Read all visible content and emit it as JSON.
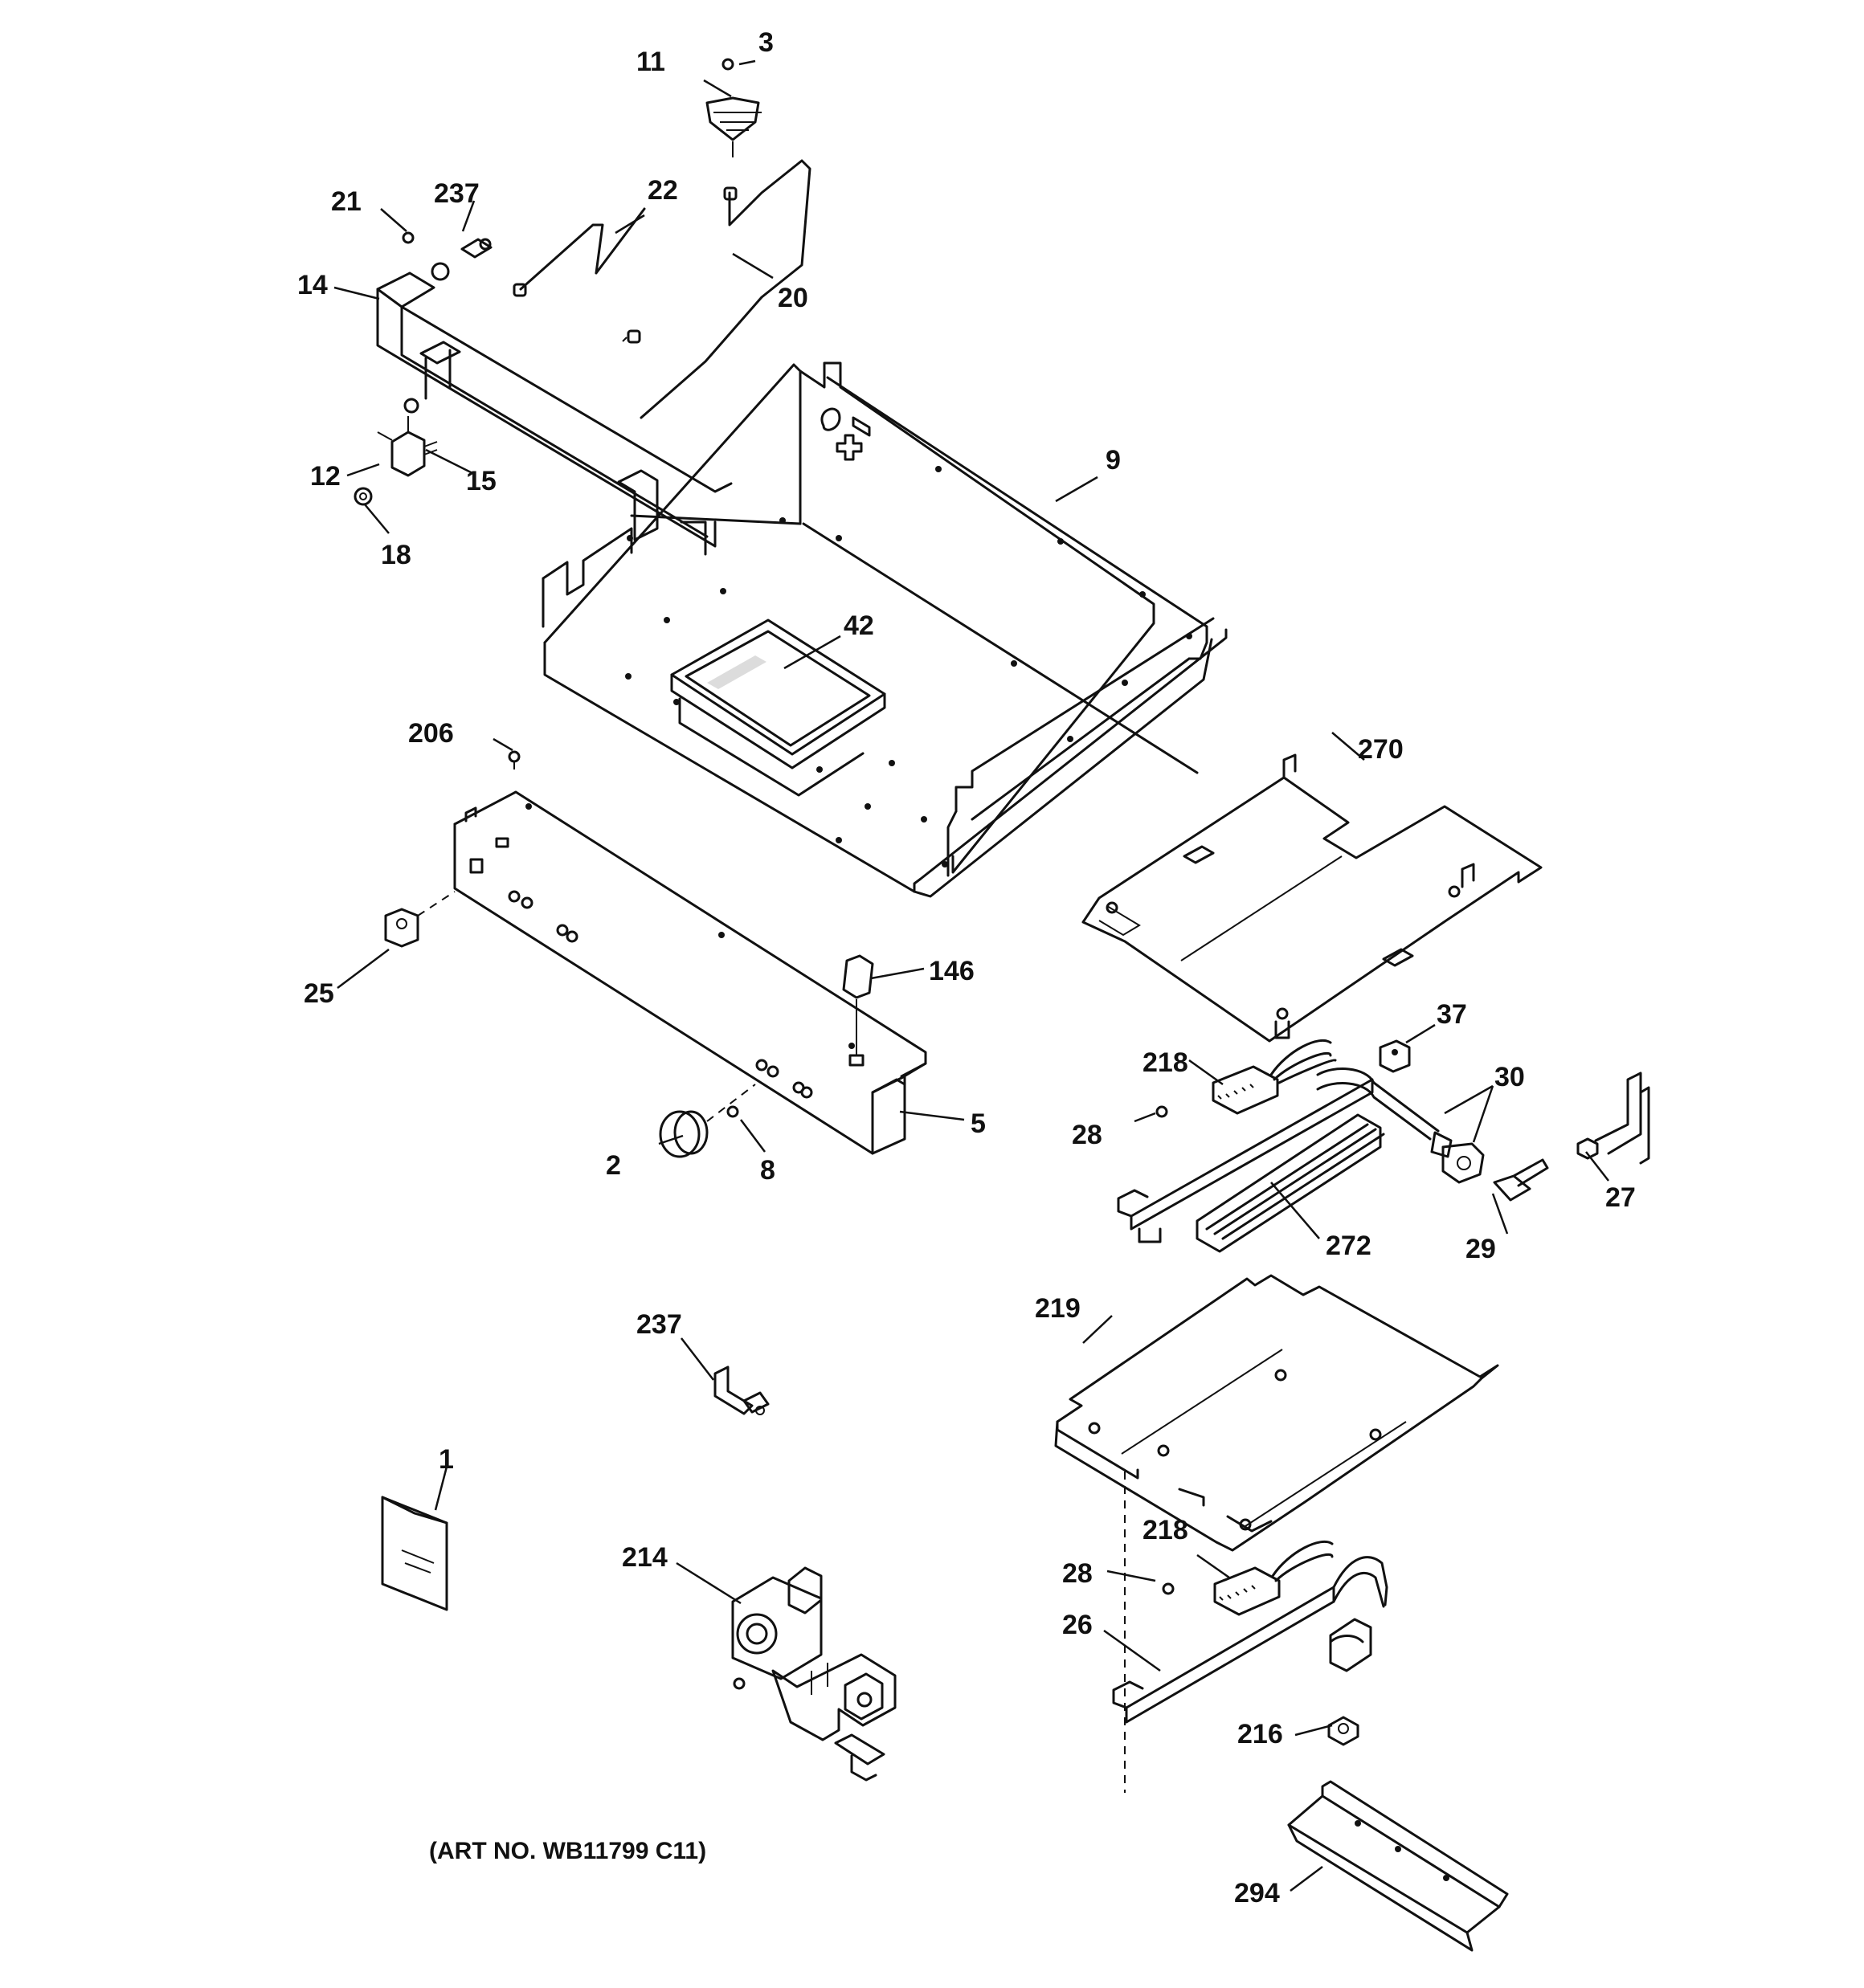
{
  "diagram": {
    "caption": "(ART NO. WB11799 C11)",
    "callouts": {
      "c1": "1",
      "c2": "2",
      "c3": "3",
      "c5": "5",
      "c8": "8",
      "c9": "9",
      "c11": "11",
      "c12": "12",
      "c14": "14",
      "c15": "15",
      "c18": "18",
      "c20": "20",
      "c21": "21",
      "c22": "22",
      "c25": "25",
      "c26": "26",
      "c27": "27",
      "c28a": "28",
      "c28b": "28",
      "c29": "29",
      "c30": "30",
      "c37": "37",
      "c42": "42",
      "c146": "146",
      "c206": "206",
      "c214": "214",
      "c216": "216",
      "c218a": "218",
      "c218b": "218",
      "c219": "219",
      "c237a": "237",
      "c237b": "237",
      "c270": "270",
      "c272": "272",
      "c294": "294"
    }
  }
}
